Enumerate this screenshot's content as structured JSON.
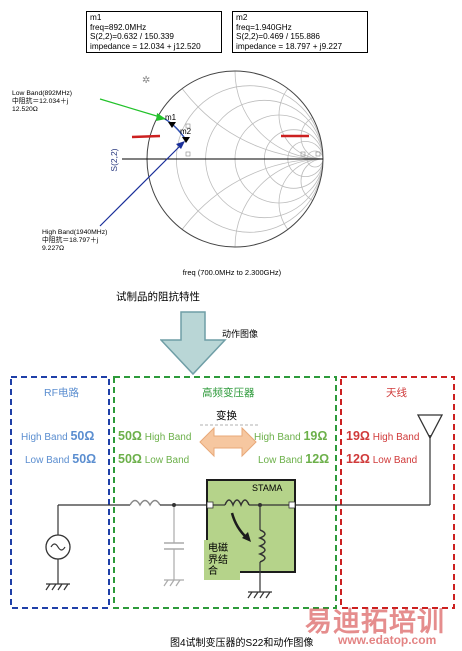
{
  "smith": {
    "m1": {
      "name": "m1",
      "freq": "freq=892.0MHz",
      "s": "S(2,2)=0.632 / 150.339",
      "imp": "impedance = 12.034 + j12.520"
    },
    "m2": {
      "name": "m2",
      "freq": "freq=1.940GHz",
      "s": "S(2,2)=0.469 / 155.886",
      "imp": "impedance = 18.797 + j9.227"
    },
    "low_note": [
      "Low Band(892MHz)",
      "中阻抗＝12.034＋j",
      "12.520Ω"
    ],
    "high_note": [
      "High Band(1940MHz)",
      "中阻抗＝18.797＋j",
      "9.227Ω"
    ],
    "axis_label": "S(2,2)",
    "freq_label": "freq (700.0MHz to 2.300GHz)",
    "marker1": "m1",
    "marker2": "m2",
    "caption": "试制品的阻抗特性"
  },
  "arrow_label": "动作图像",
  "circuit": {
    "rf_title": "RF电路",
    "rf_high_label": "High Band",
    "rf_high_val": "50Ω",
    "rf_low_label": "Low Band",
    "rf_low_val": "50Ω",
    "xfmr_title": "高频变压器",
    "convert": "变换",
    "left_high_val": "50Ω",
    "left_high_label": "High Band",
    "left_low_val": "50Ω",
    "left_low_label": "Low Band",
    "right_high_label": "High Band",
    "right_high_val": "19Ω",
    "right_low_label": "Low Band",
    "right_low_val": "12Ω",
    "ant_title": "天线",
    "ant_high_val": "19Ω",
    "ant_high_label": "High Band",
    "ant_low_val": "12Ω",
    "ant_low_label": "Low Band",
    "stama": "STAMA",
    "coupling": [
      "电磁",
      "界结",
      "合"
    ]
  },
  "footer": {
    "caption": "图4试制变压器的S22和动作图像",
    "watermark_cn": "易迪拓培训",
    "watermark_url": "www.edatop.com"
  },
  "colors": {
    "blue": "#1f4e9e",
    "green": "#2d9a3a",
    "red": "#cc2020",
    "lightblue": "#5b8ed0",
    "lightgreen": "#6cb04a",
    "lightred": "#d03a3a",
    "stama_fill": "#b5d38a",
    "arrow_fill": "#b9d6d6"
  }
}
